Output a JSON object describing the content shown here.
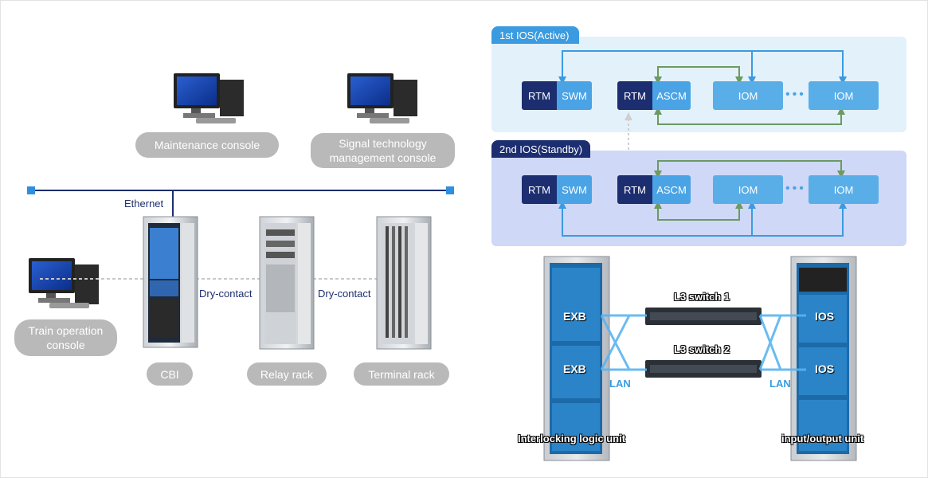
{
  "left": {
    "maintenance_console": "Maintenance console",
    "signal_console": "Signal technology\nmanagement console",
    "train_console": "Train operation\nconsole",
    "ethernet": "Ethernet",
    "dry_contact_1": "Dry-contact",
    "dry_contact_2": "Dry-contact",
    "cbi": "CBI",
    "relay_rack": "Relay rack",
    "terminal_rack": "Terminal rack"
  },
  "ios_active": {
    "title": "1st IOS(Active)",
    "rtm1": "RTM",
    "swm": "SWM",
    "rtm2": "RTM",
    "ascm": "ASCM",
    "iom1": "IOM",
    "dots": "•••",
    "iom2": "IOM"
  },
  "ios_standby": {
    "title": "2nd IOS(Standby)",
    "rtm1": "RTM",
    "swm": "SWM",
    "rtm2": "RTM",
    "ascm": "ASCM",
    "iom1": "IOM",
    "dots": "•••",
    "iom2": "IOM"
  },
  "photo": {
    "exb1": "EXB",
    "exb2": "EXB",
    "ios1": "IOS",
    "ios2": "IOS",
    "switch1": "L3 switch 1",
    "switch2": "L3 switch 2",
    "lan_left": "LAN",
    "lan_right": "LAN",
    "interlocking": "Interlocking logic unit",
    "io_unit": "input/output unit"
  },
  "colors": {
    "ethernet_line": "#1c2e6f",
    "pill_gray": "#b9b9b9",
    "active_panel": "#e3f1fb",
    "standby_panel": "#cfd8f6",
    "tab_blue": "#3a9be0",
    "tab_navy": "#1c2e6f",
    "arrow_blue": "#3a9be0",
    "arrow_green": "#6b9a62"
  }
}
